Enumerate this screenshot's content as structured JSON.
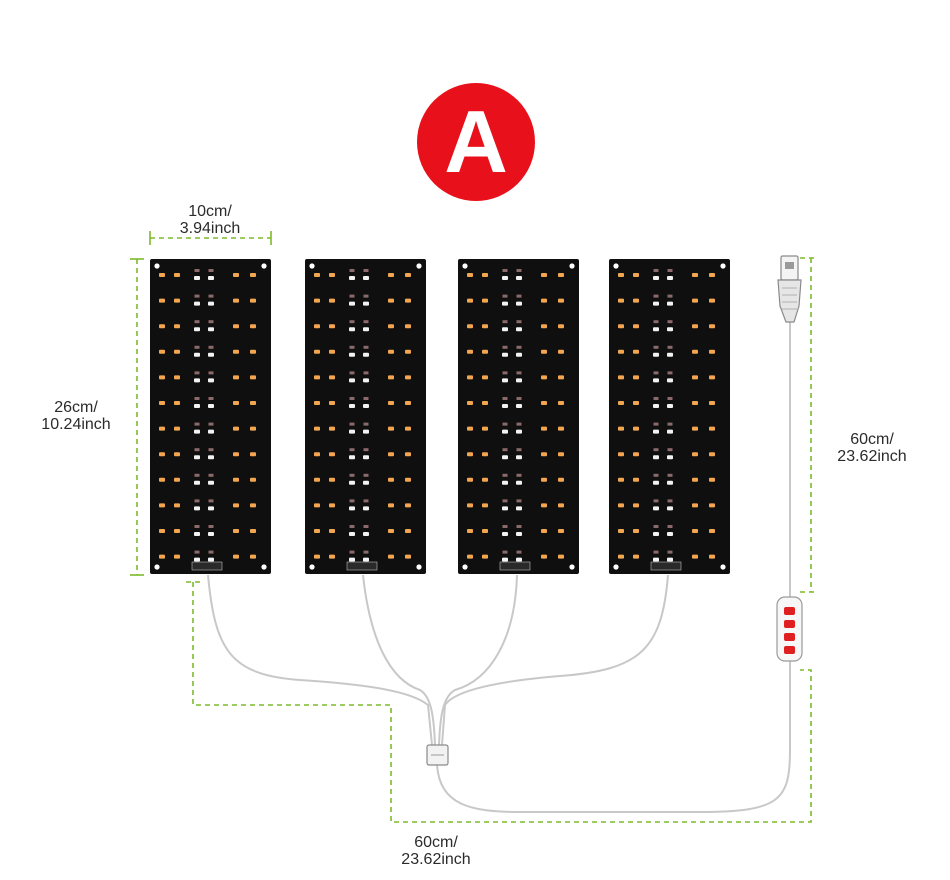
{
  "badge": {
    "letter": "A",
    "color": "#e8101a"
  },
  "colors": {
    "dimension_line": "#7dba2a",
    "panel": "#0f0f0f",
    "led_warm": "#f3a64f",
    "cable": "#c8c8c8",
    "controller_button": "#e02020"
  },
  "dimensions": {
    "panel_width": {
      "line1": "10cm/",
      "line2": "3.94inch"
    },
    "panel_height": {
      "line1": "26cm/",
      "line2": "10.24inch"
    },
    "usb_cable_length": {
      "line1": "60cm/",
      "line2": "23.62inch"
    },
    "bottom_cable_length": {
      "line1": "60cm/",
      "line2": "23.62inch"
    }
  },
  "panels": [
    {
      "name": "panel-1"
    },
    {
      "name": "panel-2"
    },
    {
      "name": "panel-3"
    },
    {
      "name": "panel-4"
    }
  ],
  "icons": [
    "usb-plug-icon",
    "controller-icon",
    "splitter-icon"
  ]
}
